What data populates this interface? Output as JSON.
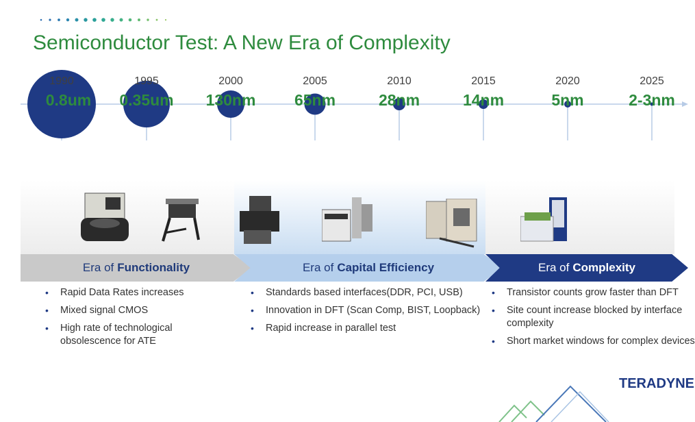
{
  "slide": {
    "title": "Semiconductor Test: A New Era of Complexity",
    "accent_color": "#2e8b3e",
    "brand_color": "#1f3a84"
  },
  "timeline": [
    {
      "year": "1990",
      "node": "0.8um"
    },
    {
      "year": "1995",
      "node": "0.35um"
    },
    {
      "year": "2000",
      "node": "130nm"
    },
    {
      "year": "2005",
      "node": "65nm"
    },
    {
      "year": "2010",
      "node": "28nm"
    },
    {
      "year": "2015",
      "node": "14nm"
    },
    {
      "year": "2020",
      "node": "5nm"
    },
    {
      "year": "2025",
      "node": "2-3nm"
    }
  ],
  "eras": [
    {
      "prefix": "Era of",
      "name": "Functionality",
      "bullets": [
        "Rapid Data Rates increases",
        "Mixed signal CMOS",
        "High rate of technological obsolescence for ATE"
      ]
    },
    {
      "prefix": "Era of",
      "name": "Capital Efficiency",
      "bullets": [
        "Standards based interfaces(DDR, PCI, USB)",
        "Innovation in DFT (Scan Comp, BIST, Loopback)",
        "Rapid increase in parallel test"
      ]
    },
    {
      "prefix": "Era of",
      "name": "Complexity",
      "bullets": [
        "Transistor counts grow faster than DFT",
        "Site count increase blocked by interface complexity",
        "Short market windows for complex devices"
      ]
    }
  ],
  "logo": {
    "text": "TERADYNE"
  }
}
